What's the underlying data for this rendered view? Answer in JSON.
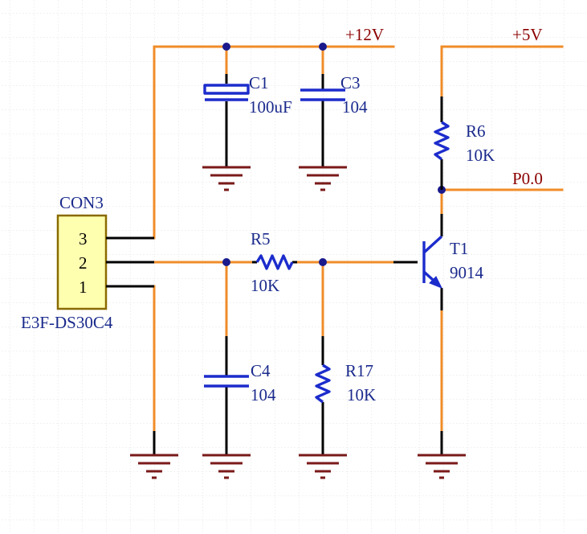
{
  "nets": {
    "vcc12": "+12V",
    "vcc5": "+5V",
    "output": "P0.0"
  },
  "connector": {
    "ref": "CON3",
    "part": "E3F-DS30C4",
    "pins": [
      "3",
      "2",
      "1"
    ]
  },
  "components": {
    "c1": {
      "ref": "C1",
      "value": "100uF"
    },
    "c3": {
      "ref": "C3",
      "value": "104"
    },
    "c4": {
      "ref": "C4",
      "value": "104"
    },
    "r5": {
      "ref": "R5",
      "value": "10K"
    },
    "r6": {
      "ref": "R6",
      "value": "10K"
    },
    "r17": {
      "ref": "R17",
      "value": "10K"
    },
    "t1": {
      "ref": "T1",
      "value": "9014"
    }
  },
  "colors": {
    "wire": "#f08c28",
    "component": "#1c2ccc",
    "label": "#1a2a8c",
    "net_label": "#8b0000",
    "ground": "#7a1a1a",
    "connector_fill": "#ffffb0",
    "grid": "#e6e6e6"
  }
}
